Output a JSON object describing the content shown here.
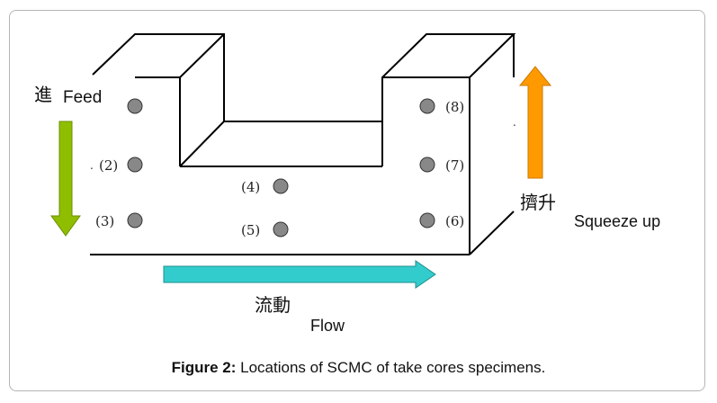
{
  "labels": {
    "feed_cjk": "進",
    "feed": "Feed",
    "squeeze_cjk": "擠升",
    "squeeze": "Squeeze up",
    "flow_cjk": "流動",
    "flow": "Flow"
  },
  "points": {
    "p2": "(2)",
    "p3": "(3)",
    "p4": "(4)",
    "p5": "(5)",
    "p6": "(6)",
    "p7": "(7)",
    "p8": "(8)"
  },
  "caption": {
    "label": "Figure 2:",
    "text": " Locations of SCMC of take cores specimens."
  },
  "colors": {
    "feed_arrow": "#8fbe00",
    "squeeze_arrow": "#ff9900",
    "flow_arrow": "#33cccc",
    "dot": "#888888"
  },
  "icons": {
    "feed_arrow": "down-arrow-icon",
    "squeeze_arrow": "up-arrow-icon",
    "flow_arrow": "right-arrow-icon"
  }
}
